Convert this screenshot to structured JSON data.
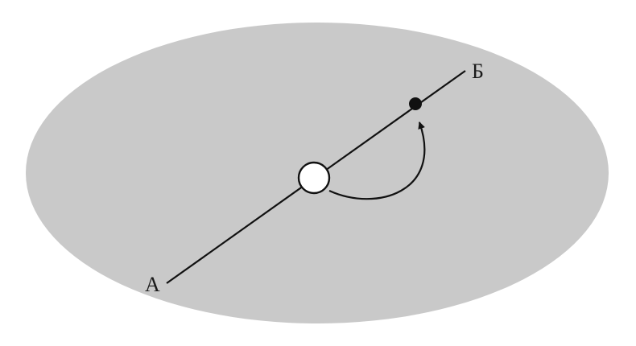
{
  "diagram": {
    "title": "Line through ellipse with marked points",
    "label_a": "А",
    "label_b": "Б",
    "elements": {
      "ellipse": "gray elliptical region",
      "line": "straight segment from А to Б",
      "open_circle": "hollow circle on the line (start position)",
      "black_dot": "filled dot on the line (target position)",
      "arrow": "curved arrow from open circle to black dot"
    }
  },
  "colors": {
    "background": "#ffffff",
    "ellipse_fill": "#c9c9c9",
    "stroke": "#111111",
    "open_circle_fill": "#ffffff",
    "dot_fill": "#111111",
    "label_color": "#1a1a1a"
  }
}
